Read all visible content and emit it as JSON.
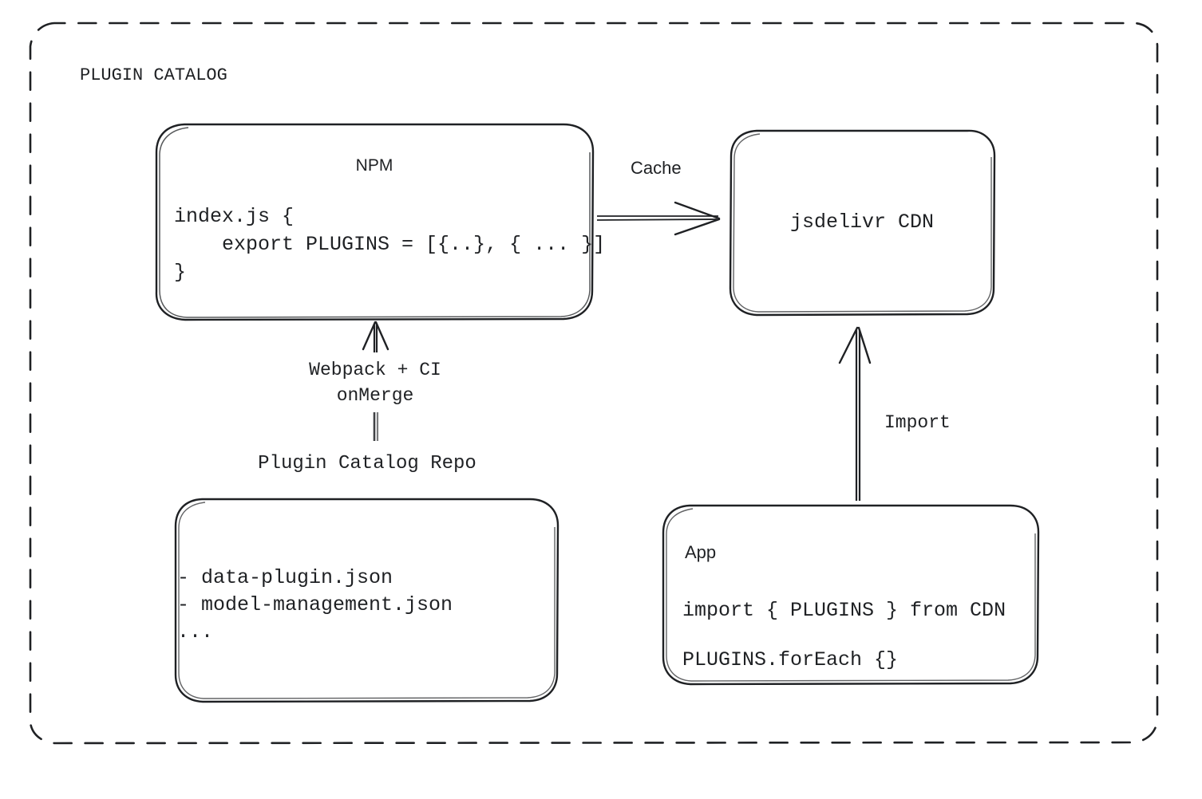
{
  "diagram": {
    "type": "architecture-flow",
    "background": "#ffffff",
    "stroke_color": "#1f2124",
    "group": {
      "title": "PLUGIN CATALOG",
      "border_style": "dashed-rounded"
    },
    "nodes": {
      "npm": {
        "title": "NPM",
        "code_lines": [
          "index.js {",
          "    export PLUGINS = [{..}, { ... }]",
          "}"
        ]
      },
      "cdn": {
        "title": "jsdelivr CDN"
      },
      "repo": {
        "caption": "Plugin Catalog Repo",
        "items": [
          "- data-plugin.json",
          "- model-management.json",
          "..."
        ]
      },
      "app": {
        "title": "App",
        "code_lines": [
          "import { PLUGINS } from CDN",
          "PLUGINS.forEach {}"
        ]
      }
    },
    "edges": {
      "npm_to_cdn": {
        "label": "Cache",
        "direction": "right"
      },
      "repo_to_npm": {
        "label": "Webpack + CI\nonMerge",
        "label_line1": "Webpack + CI",
        "label_line2": "onMerge",
        "direction": "up"
      },
      "app_to_cdn": {
        "label": "Import",
        "direction": "up"
      }
    }
  }
}
